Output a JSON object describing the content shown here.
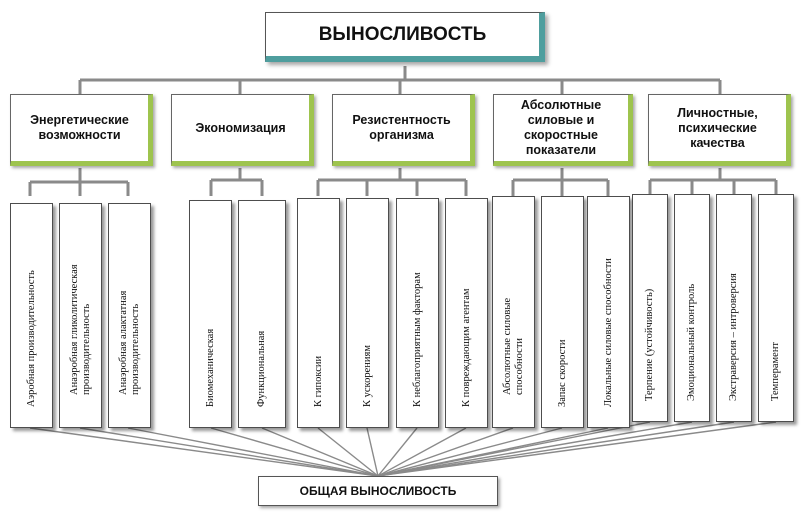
{
  "diagram": {
    "root": "ВЫНОСЛИВОСТЬ",
    "bottom": "ОБЩАЯ ВЫНОСЛИВОСТЬ",
    "categories": [
      {
        "label": "Энергетические возможности",
        "leaves": [
          "Аэробная производительность",
          "Анаэробная гликолитическая производительность",
          "Анаэробная алактатная производительность"
        ]
      },
      {
        "label": "Экономизация",
        "leaves": [
          "Биомеханическая",
          "Функциональная"
        ]
      },
      {
        "label": "Резистентность организма",
        "leaves": [
          "К гипоксии",
          "К ускорениям",
          "К неблагоприятным факторам",
          "К повреждающим агентам"
        ]
      },
      {
        "label": "Абсолютные силовые и скоростные показатели",
        "leaves": [
          "Абсолютные силовые способности",
          "Запас скорости",
          "Локальные силовые способности"
        ]
      },
      {
        "label": "Личностные, психические качества",
        "leaves": [
          "Терпение (устойчивость)",
          "Эмоциональный контроль",
          "Экстраверсия – интроверсия",
          "Темперамент"
        ]
      }
    ]
  }
}
